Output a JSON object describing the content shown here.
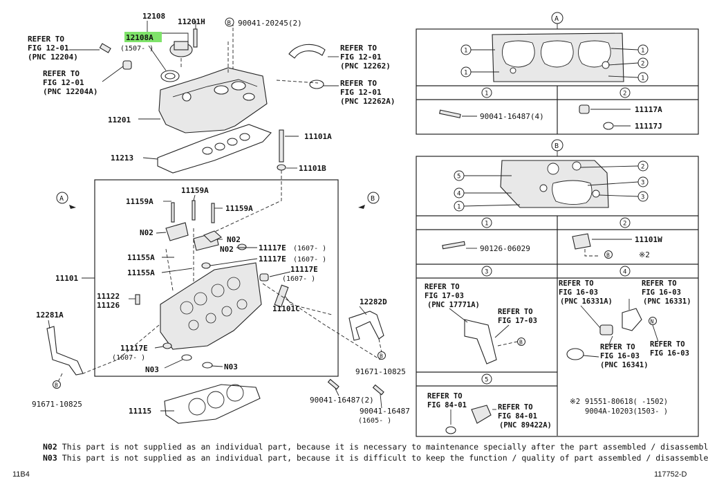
{
  "header_refs": {
    "refer_12204": [
      "REFER TO",
      "FIG 12-01",
      "(PNC 12204)"
    ],
    "refer_12204a": [
      "REFER TO",
      "FIG 12-01",
      "(PNC 12204A)"
    ],
    "refer_12262": [
      "REFER TO",
      "FIG 12-01",
      "(PNC 12262)"
    ],
    "refer_12262a": [
      "REFER TO",
      "FIG 12-01",
      "(PNC 12262A)"
    ]
  },
  "callouts": {
    "p12108": "12108",
    "p12108a": "12108A",
    "p12108a_date": "(1507-      )",
    "p11201h": "11201H",
    "p90041_20245": "90041-20245(2)",
    "p11201": "11201",
    "p11213": "11213",
    "p11101a": "11101A",
    "p11101b": "11101B",
    "p11159a_top": "11159A",
    "p11159a_left": "11159A",
    "p11159a_right": "11159A",
    "n02_left": "N02",
    "n02_right_a": "N02",
    "n02_right_b": "N02",
    "p11117e_a": "11117E",
    "p11117e_a_date": "(1607-      )",
    "p11117e_b": "11117E",
    "p11117e_b_date": "(1607-      )",
    "p11117e_c": "11117E",
    "p11117e_c_date": "(1607-      )",
    "p11155a_a": "11155A",
    "p11155a_b": "11155A",
    "p11101": "11101",
    "p11122": "11122",
    "p11126": "11126",
    "p11101c": "11101C",
    "p12282d": "12282D",
    "p12281a": "12281A",
    "p11117e_low": "11117E",
    "p11117e_low_date": "(1607-      )",
    "n03_left": "N03",
    "n03_right": "N03",
    "p91671_right": "91671-10825",
    "p91671_left": "91671-10825",
    "p11115": "11115",
    "p90041_16487_2": "90041-16487(2)",
    "p90041_16487": "90041-16487",
    "p90041_16487_date": "(1605-      )",
    "view_a": "A",
    "view_b": "B",
    "circ_b": "B"
  },
  "panel_a": {
    "title": "A",
    "circle_1": "1",
    "circle_2": "2",
    "sub1_part": "90041-16487(4)",
    "sub2_part_a": "11117A",
    "sub2_part_b": "11117J"
  },
  "panel_b": {
    "title": "B",
    "c1": "1",
    "c2": "2",
    "c3": "3",
    "c4": "4",
    "c5": "5",
    "sub1_part": "90126-06029",
    "sub2_part": "11101W",
    "sub2_note": "※2",
    "sub3_refs": {
      "r1": [
        "REFER TO",
        "FIG 17-03",
        "(PNC 17771A)"
      ],
      "r2": [
        "REFER TO",
        "FIG 17-03"
      ]
    },
    "sub4_refs": {
      "r1": [
        "REFER TO",
        "FIG 16-03",
        "(PNC 16331A)"
      ],
      "r2": [
        "REFER TO",
        "FIG 16-03",
        "(PNC 16331)"
      ],
      "r3": [
        "REFER TO",
        "FIG 16-03",
        "(PNC 16341)"
      ],
      "r4": [
        "REFER TO",
        "FIG 16-03"
      ],
      "n": "N"
    },
    "sub5_refs": {
      "r1": [
        "REFER TO",
        "FIG 84-01"
      ],
      "r2": [
        "REFER TO",
        "FIG 84-01",
        "(PNC 89422A)"
      ]
    },
    "note2_mark": "※2",
    "note2_line1": "91551-80618(      -1502)",
    "note2_line2": "9004A-10203(1503-      )"
  },
  "notes": [
    {
      "code": "N02",
      "text": "This part is not supplied as an individual part, because it is necessary to maintenance specially after the part assembled / disassembled"
    },
    {
      "code": "N03",
      "text": "This part is not supplied as an individual part, because it is difficult to keep the function / quality of part assembled / disassembled"
    }
  ],
  "footer": {
    "left": "11B4",
    "right": "117752-D"
  },
  "colors": {
    "highlight": "#7fe36a",
    "line": "#222222"
  }
}
